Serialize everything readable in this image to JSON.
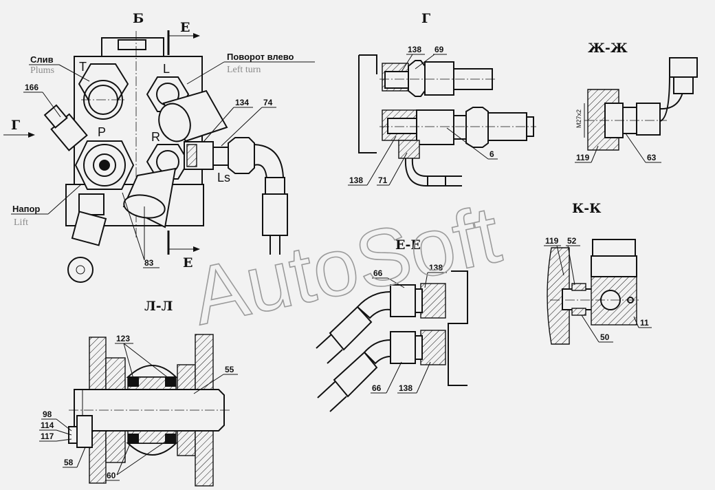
{
  "views": {
    "b": "Б",
    "g": "Г",
    "zh": "Ж-Ж",
    "k": "К-К",
    "e": "Е-Е",
    "l": "Л-Л"
  },
  "arrows": {
    "e_top": "Е",
    "e_bottom": "Е",
    "g": "Г"
  },
  "ports": [
    "T",
    "L",
    "P",
    "R",
    "Ls"
  ],
  "labels": {
    "drain_ru": "Слив",
    "drain_en": "Plums",
    "turn_ru": "Поворот влево",
    "turn_en": "Left turn",
    "pressure_ru": "Напор",
    "pressure_en": "Lift"
  },
  "callouts": {
    "b": [
      "166",
      "134",
      "74",
      "83"
    ],
    "g": [
      "138",
      "69",
      "6",
      "138",
      "71"
    ],
    "zh": [
      "119",
      "63"
    ],
    "k": [
      "119",
      "52",
      "11",
      "50"
    ],
    "e": [
      "66",
      "138",
      "66",
      "138"
    ],
    "l": [
      "123",
      "55",
      "98",
      "114",
      "117",
      "58",
      "60"
    ]
  },
  "dimension": "M27x2",
  "watermark": "AutoSoft"
}
